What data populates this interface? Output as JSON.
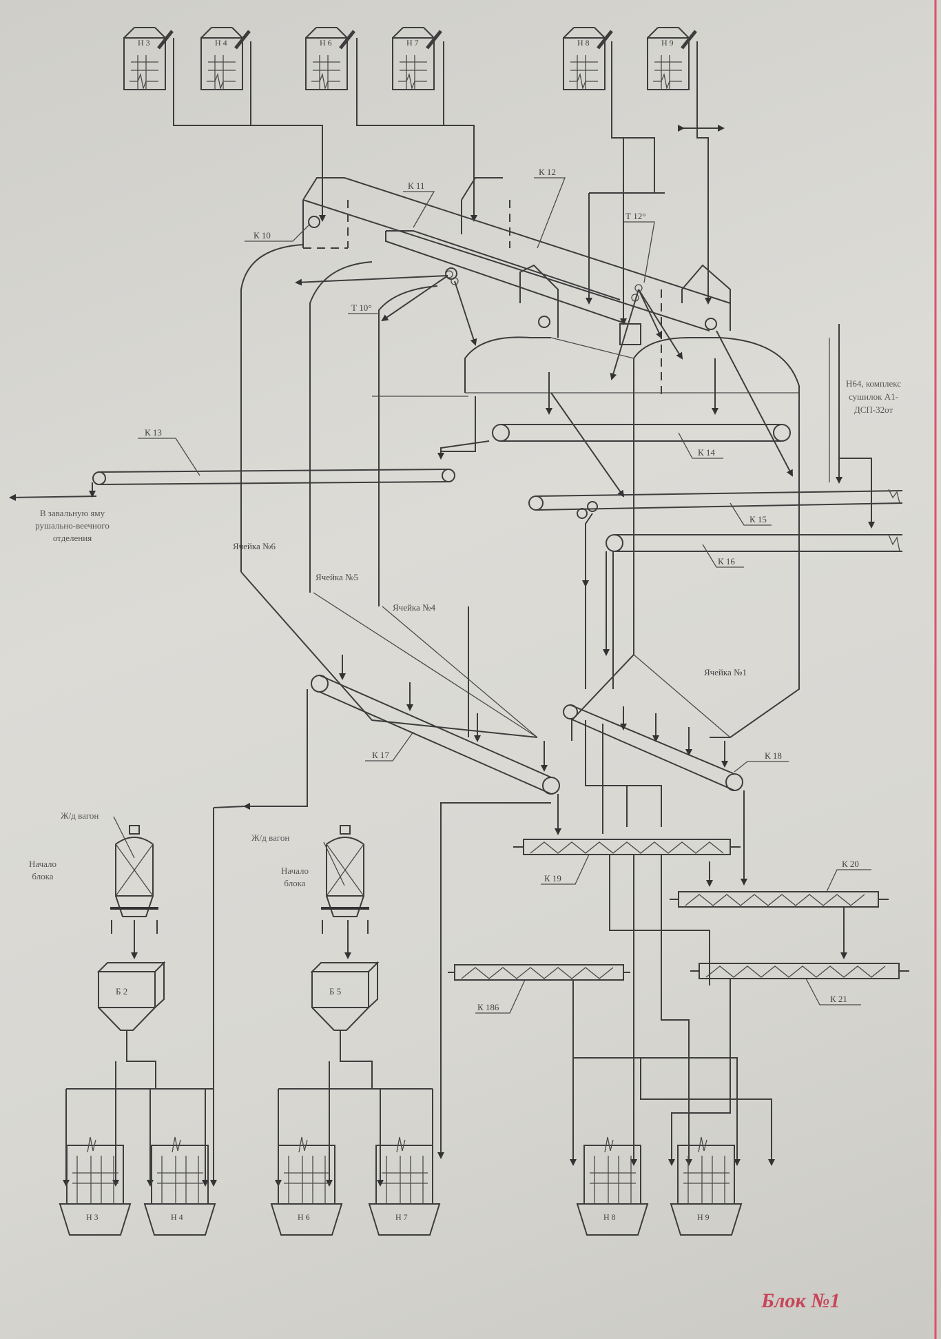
{
  "title": "Блок №1",
  "colors": {
    "line": "#3d3d3d",
    "paper": "#d8d7d2",
    "title_red": "#c8465a",
    "border_red": "#e0506a"
  },
  "top_hoppers": [
    "Н 3",
    "Н 4",
    "Н 6",
    "Н 7",
    "Н 8",
    "Н 9"
  ],
  "bottom_hoppers": [
    "Н 3",
    "Н 4",
    "Н 6",
    "Н 7",
    "Н 8",
    "Н 9"
  ],
  "conveyors": {
    "k10": "К 10",
    "k11": "К 11",
    "k12": "К 12",
    "k13": "К 13",
    "k14": "К 14",
    "k15": "К 15",
    "k16": "К 16",
    "k17": "К 17",
    "k18": "К 18",
    "k19": "К 19",
    "k20": "К 20",
    "k21": "К 21",
    "k186": "К 186"
  },
  "trippers": {
    "t10": "Т 10°",
    "t12": "Т 12°"
  },
  "cells": {
    "c6": "Ячейка №6",
    "c5": "Ячейка №5",
    "c4": "Ячейка №4",
    "c1": "Ячейка №1"
  },
  "bins": {
    "b2": "Б 2",
    "b5": "Б 5"
  },
  "notes": {
    "dryer": [
      "Н64, комплекс",
      "сушилок А1-",
      "ДСП-32от"
    ],
    "pit": [
      "В завальную яму",
      "рушально-веечного",
      "отделения"
    ],
    "wagon1": "Ж/д вагон",
    "wagon2": "Ж/д вагон",
    "start1": [
      "Начало",
      "блока"
    ],
    "start2": [
      "Начало",
      "блока"
    ]
  }
}
